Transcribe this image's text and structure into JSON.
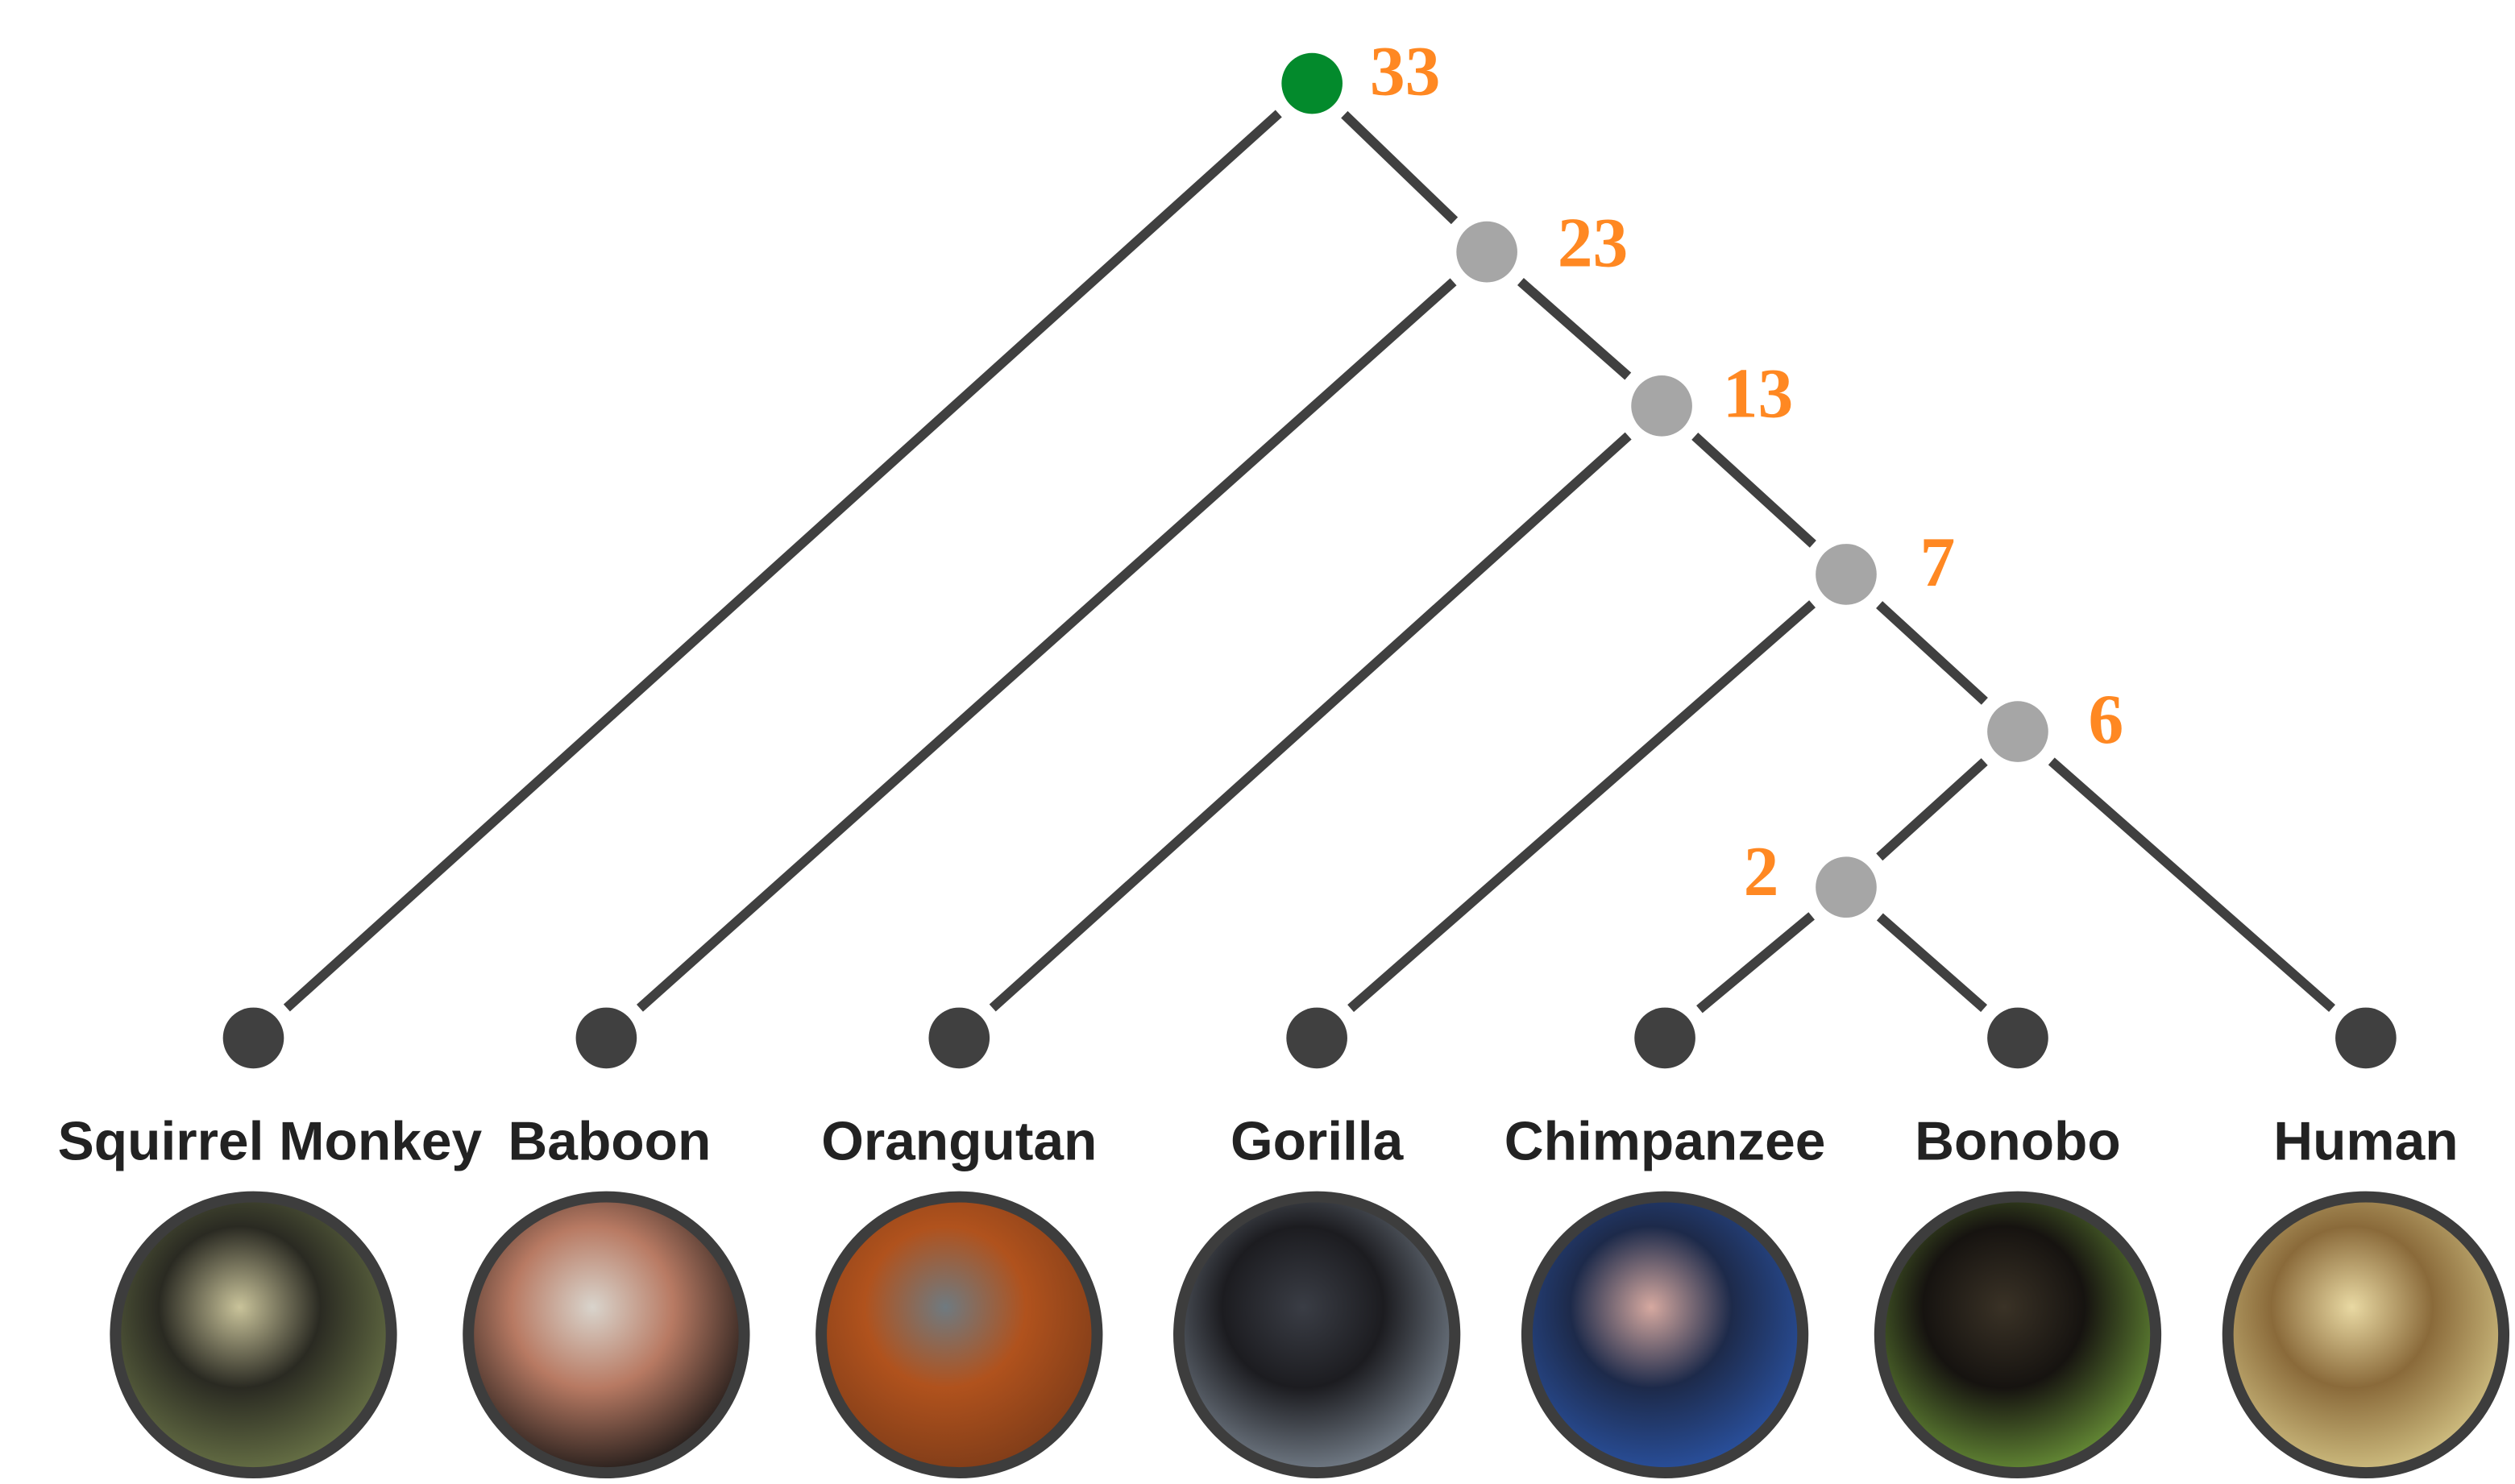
{
  "colors": {
    "root": "#038A2C",
    "internal": "#A6A6A6",
    "leaf": "#404040",
    "edge": "#404040",
    "age": "#FF8822"
  },
  "leaves": [
    {
      "id": "squirrel",
      "label": "Squirrel Monkey",
      "photo_colors": [
        "#c9c39a",
        "#2a2a22",
        "#6f7a4a"
      ]
    },
    {
      "id": "baboon",
      "label": "Baboon",
      "photo_colors": [
        "#d9d4cc",
        "#b87a63",
        "#111111"
      ]
    },
    {
      "id": "orangutan",
      "label": "Orangutan",
      "photo_colors": [
        "#6f7a80",
        "#b0521d",
        "#7a3a18"
      ]
    },
    {
      "id": "gorilla",
      "label": "Gorilla",
      "photo_colors": [
        "#3a3d45",
        "#1c1c20",
        "#7f8a96"
      ]
    },
    {
      "id": "chimpanzee",
      "label": "Chimpanzee",
      "photo_colors": [
        "#d6a9a0",
        "#1d2a4a",
        "#2b55a8"
      ]
    },
    {
      "id": "bonobo",
      "label": "Bonobo",
      "photo_colors": [
        "#3a3226",
        "#161310",
        "#6f9a3a"
      ]
    },
    {
      "id": "human",
      "label": "Human",
      "photo_colors": [
        "#e9d9a3",
        "#8a6a3a",
        "#d8c98a"
      ]
    }
  ],
  "internal_nodes": [
    {
      "id": "n33",
      "age": "33",
      "children": [
        "squirrel",
        "n23"
      ],
      "root": true
    },
    {
      "id": "n23",
      "age": "23",
      "children": [
        "baboon",
        "n13"
      ]
    },
    {
      "id": "n13",
      "age": "13",
      "children": [
        "orangutan",
        "n7"
      ]
    },
    {
      "id": "n7",
      "age": "7",
      "children": [
        "gorilla",
        "n6"
      ]
    },
    {
      "id": "n6",
      "age": "6",
      "children": [
        "n2",
        "human"
      ]
    },
    {
      "id": "n2",
      "age": "2",
      "children": [
        "chimpanzee",
        "bonobo"
      ]
    }
  ]
}
